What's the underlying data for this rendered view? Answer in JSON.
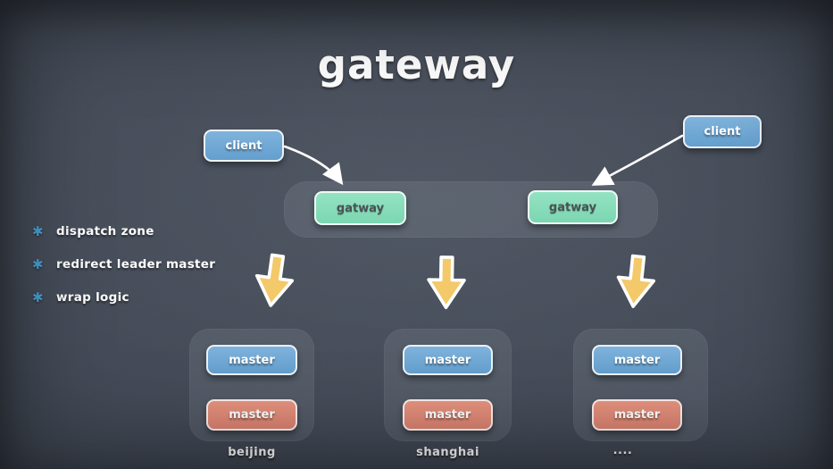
{
  "title": "gateway",
  "colors": {
    "background": "#3e4551",
    "client_blue": "#6fa9d6",
    "master_blue": "#6fa9d6",
    "master_salmon": "#e08875",
    "gateway_green": "#87dcba",
    "gateway_text": "#4a5254",
    "arrow_yellow": "#f3c96a",
    "bullet_blue": "#49a0d5",
    "text_white": "#ffffff"
  },
  "bullets": [
    {
      "marker": "✱",
      "label": "dispatch zone"
    },
    {
      "marker": "✱",
      "label": "redirect leader master"
    },
    {
      "marker": "✱",
      "label": "wrap logic"
    }
  ],
  "clients": [
    {
      "label": "client"
    },
    {
      "label": "client"
    }
  ],
  "gateways": [
    {
      "label": "gatway"
    },
    {
      "label": "gatway"
    }
  ],
  "zones": [
    {
      "name": "beijing",
      "masters": [
        {
          "label": "master",
          "color": "#6fa9d6"
        },
        {
          "label": "master",
          "color": "#e08875"
        }
      ]
    },
    {
      "name": "shanghai",
      "masters": [
        {
          "label": "master",
          "color": "#6fa9d6"
        },
        {
          "label": "master",
          "color": "#e08875"
        }
      ]
    },
    {
      "name": "....",
      "masters": [
        {
          "label": "master",
          "color": "#6fa9d6"
        },
        {
          "label": "master",
          "color": "#e08875"
        }
      ]
    }
  ]
}
